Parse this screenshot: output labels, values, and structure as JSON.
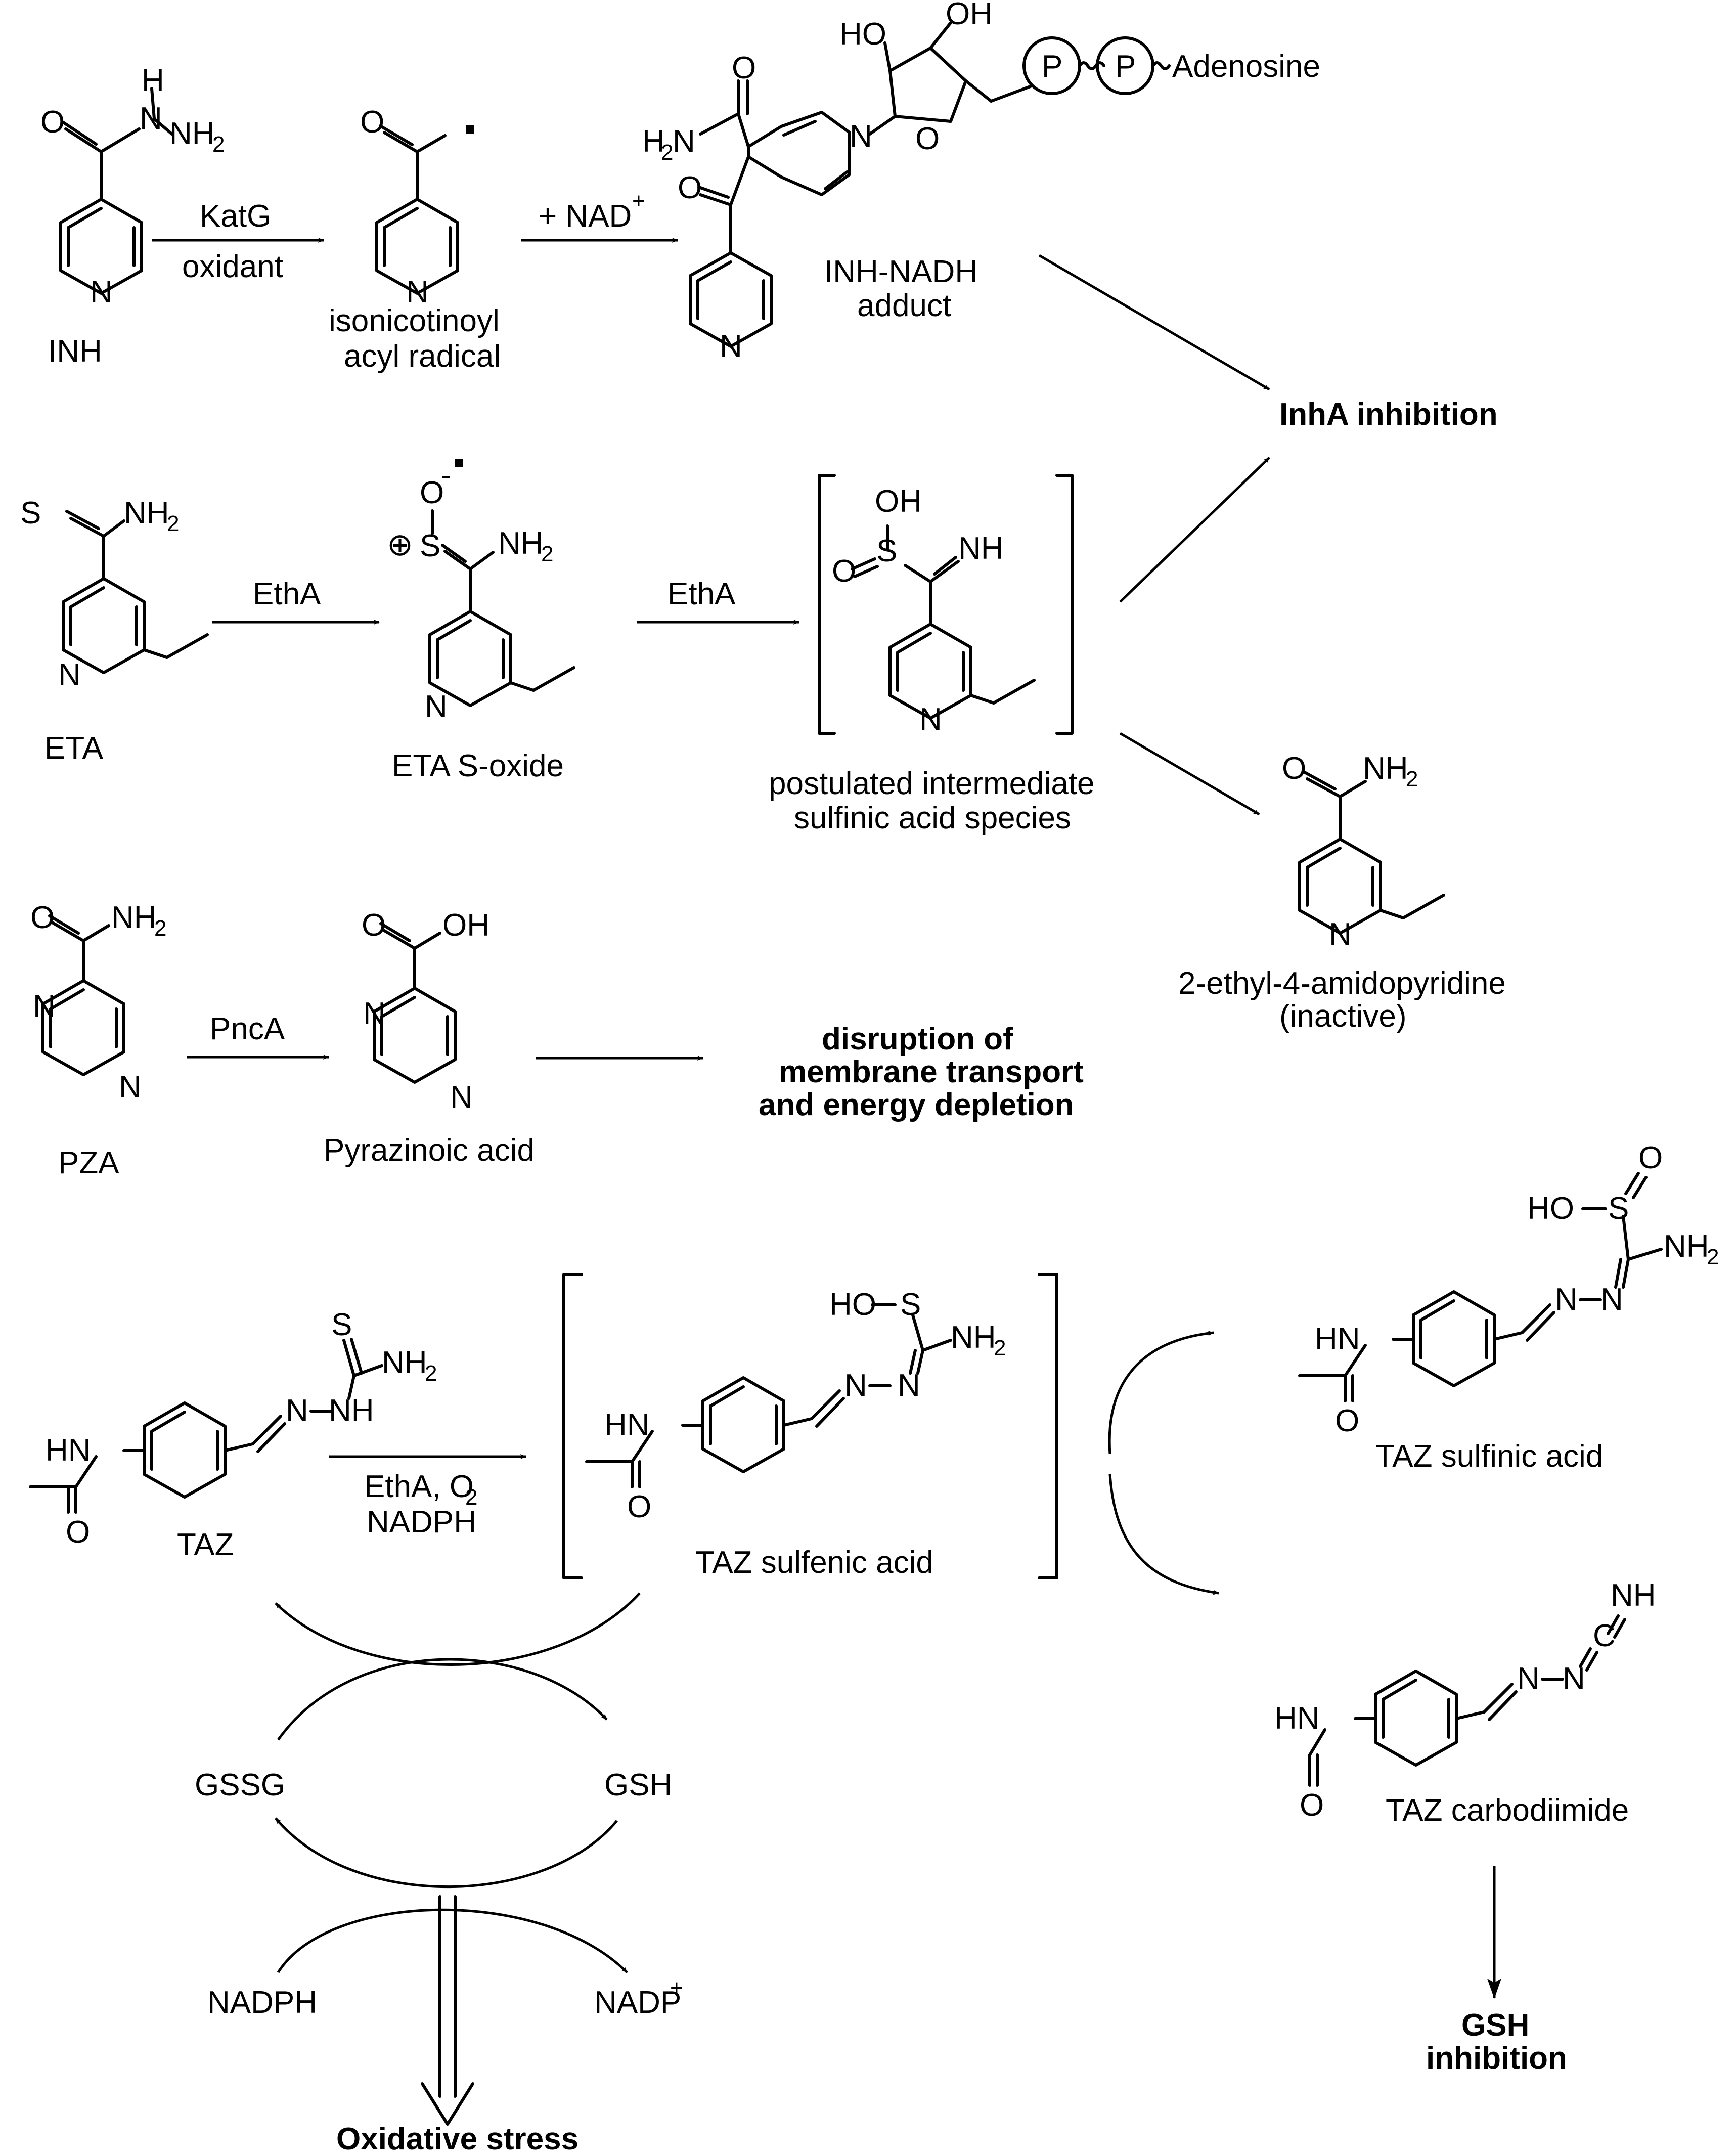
{
  "inh_row": {
    "inh": "INH",
    "reagent_top": "KatG",
    "reagent_bottom": "oxidant",
    "radical_line1": "isonicotinoyl",
    "radical_line2": "acyl radical",
    "nad_reagent": "+ NAD",
    "nad_sup": "+",
    "adduct_line1": "INH-NADH",
    "adduct_line2": "adduct",
    "adenosine": "Adenosine",
    "phosphate": "P",
    "outcome": "InhA inhibition"
  },
  "eta_row": {
    "eta": "ETA",
    "reagent_1": "EthA",
    "s_oxide": "ETA S-oxide",
    "reagent_2": "EthA",
    "intermediate_line1": "postulated intermediate",
    "intermediate_line2": "sulfinic acid species",
    "product_line1": "2-ethyl-4-amidopyridine",
    "product_line2": "(inactive)"
  },
  "pza_row": {
    "pza": "PZA",
    "reagent": "PncA",
    "product": "Pyrazinoic acid",
    "outcome_line1": "disruption of",
    "outcome_line2": "membrane transport",
    "outcome_line3": "and energy depletion"
  },
  "taz_section": {
    "taz": "TAZ",
    "reagent_line1": "EthA, O",
    "reagent_line1_sub": "2",
    "reagent_line2": "NADPH",
    "sulfenic": "TAZ sulfenic acid",
    "sulfinic": "TAZ sulfinic acid",
    "carbodiimide": "TAZ carbodiimide",
    "gsh_outcome_line1": "GSH",
    "gsh_outcome_line2": "inhibition",
    "gssg": "GSSG",
    "gsh": "GSH",
    "nadph": "NADPH",
    "nadp": "NADP",
    "nadp_sup": "+",
    "oxidative": "Oxidative stress"
  },
  "atoms": {
    "N": "N",
    "H": "H",
    "NH": "NH",
    "NH2": "NH",
    "sub2": "2",
    "O": "O",
    "S": "S",
    "OH": "OH",
    "HO": "HO",
    "HN": "HN",
    "H2N_H": "H",
    "H2N_N": "N",
    "HOminus": "HO",
    "plus_circle": "⊕",
    "radical_dot": "▪"
  }
}
